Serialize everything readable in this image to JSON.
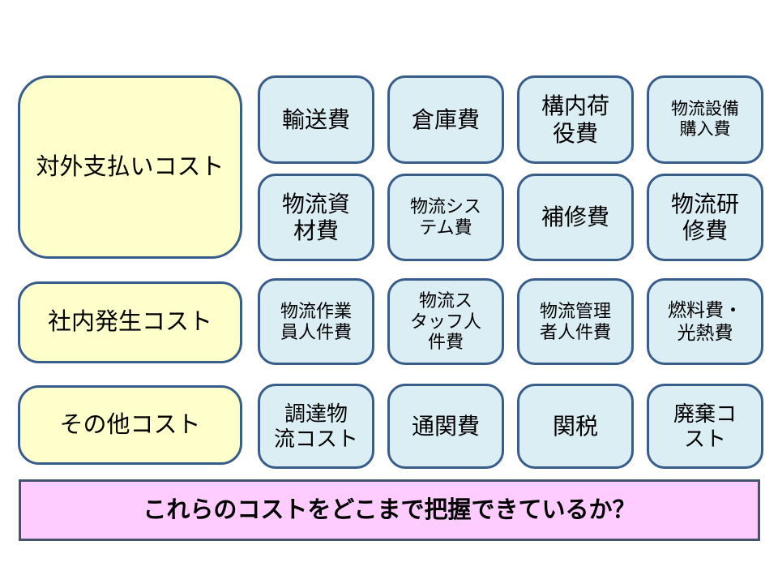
{
  "colors": {
    "background": "#FFFFFF",
    "box_border": "#385D8A",
    "yellow_fill": "#FFFFCC",
    "blue_fill": "#DAEEF4",
    "banner_fill": "#FFCCFF",
    "banner_border": "#44546A",
    "text": "#000000"
  },
  "categories": [
    {
      "label": "対外支払いコスト"
    },
    {
      "label": "社内発生コスト"
    },
    {
      "label": "その他コスト"
    }
  ],
  "grid": {
    "rows": [
      {
        "cells": [
          {
            "label": "輸送費"
          },
          {
            "label": "倉庫費"
          },
          {
            "label": "構内荷\n役費"
          },
          {
            "label": "物流設備\n購入費"
          }
        ]
      },
      {
        "cells": [
          {
            "label": "物流資\n材費"
          },
          {
            "label": "物流シス\nテム費"
          },
          {
            "label": "補修費"
          },
          {
            "label": "物流研\n修費"
          }
        ]
      },
      {
        "cells": [
          {
            "label": "物流作業\n員人件費"
          },
          {
            "label": "物流ス\nタッフ人\n件費"
          },
          {
            "label": "物流管理\n者人件費"
          },
          {
            "label": "燃料費・\n光熱費"
          }
        ]
      },
      {
        "cells": [
          {
            "label": "調達物\n流コスト"
          },
          {
            "label": "通関費"
          },
          {
            "label": "関税"
          },
          {
            "label": "廃棄コ\nスト"
          }
        ]
      }
    ]
  },
  "banner": {
    "text": "これらのコストをどこまで把握できているか？"
  }
}
